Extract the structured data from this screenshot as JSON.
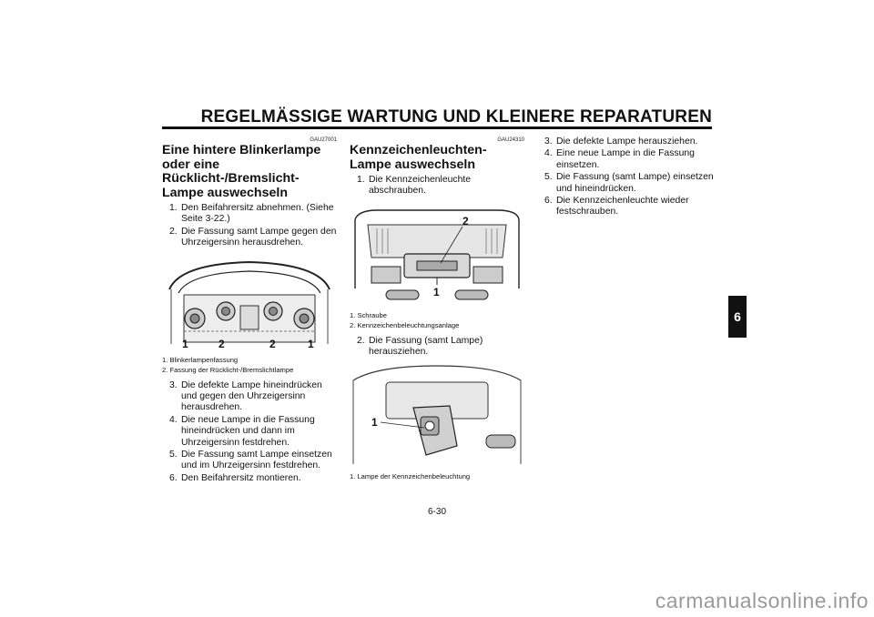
{
  "header": {
    "title": "REGELMÄSSIGE WARTUNG UND KLEINERE REPARATUREN"
  },
  "chapter_tab": "6",
  "page_number": "6-30",
  "watermark": "carmanualsonline.info",
  "section1": {
    "code": "GAU27001",
    "heading": "Eine hintere Blinkerlampe oder eine Rücklicht-/Bremslicht-Lampe auswechseln",
    "steps_a": [
      {
        "num": "1.",
        "text": "Den Beifahrersitz abnehmen. (Siehe Seite 3-22.)"
      },
      {
        "num": "2.",
        "text": "Die Fassung samt Lampe gegen den Uhrzeigersinn herausdrehen."
      }
    ],
    "figure_callouts": [
      "1",
      "2",
      "2",
      "1"
    ],
    "captions": [
      "1. Blinkerlampenfassung",
      "2. Fassung der Rücklicht-/Bremslichtlampe"
    ],
    "steps_b": [
      {
        "num": "3.",
        "text": "Die defekte Lampe hineindrücken und gegen den Uhrzeigersinn herausdrehen."
      },
      {
        "num": "4.",
        "text": "Die neue Lampe in die Fassung hineindrücken und dann im Uhrzeigersinn festdrehen."
      },
      {
        "num": "5.",
        "text": "Die Fassung samt Lampe einsetzen und im Uhrzeigersinn festdrehen."
      },
      {
        "num": "6.",
        "text": "Den Beifahrersitz montieren."
      }
    ]
  },
  "section2": {
    "code": "GAU24310",
    "heading": "Kennzeichenleuchten-Lampe auswechseln",
    "steps_a": [
      {
        "num": "1.",
        "text": "Die Kennzeichenleuchte abschrauben."
      }
    ],
    "figure1_callouts": [
      "2",
      "1"
    ],
    "captions1": [
      "1. Schraube",
      "2. Kennzeichenbeleuchtungsanlage"
    ],
    "steps_b": [
      {
        "num": "2.",
        "text": "Die Fassung (samt Lampe) herausziehen."
      }
    ],
    "figure2_callouts": [
      "1"
    ],
    "captions2": [
      "1. Lampe der Kennzeichenbeleuchtung"
    ]
  },
  "section3": {
    "steps": [
      {
        "num": "3.",
        "text": "Die defekte Lampe herausziehen."
      },
      {
        "num": "4.",
        "text": "Eine neue Lampe in die Fassung einsetzen."
      },
      {
        "num": "5.",
        "text": "Die Fassung (samt Lampe) einsetzen und hineindrücken."
      },
      {
        "num": "6.",
        "text": "Die Kennzeichenleuchte wieder festschrauben."
      }
    ]
  }
}
